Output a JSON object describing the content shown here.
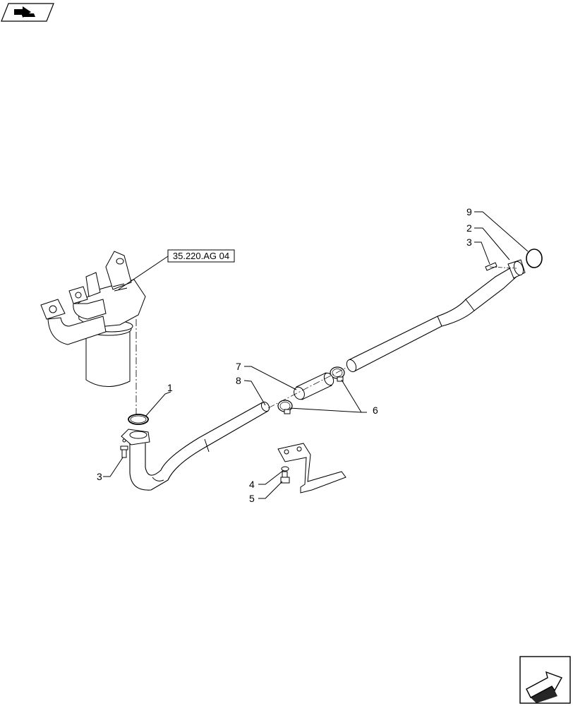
{
  "diagram": {
    "reference_box": "35.220.AG 04",
    "callouts": [
      {
        "id": "c1",
        "label": "1"
      },
      {
        "id": "c3a",
        "label": "3"
      },
      {
        "id": "c8",
        "label": "8"
      },
      {
        "id": "c7",
        "label": "7"
      },
      {
        "id": "c6",
        "label": "6"
      },
      {
        "id": "c4",
        "label": "4"
      },
      {
        "id": "c5",
        "label": "5"
      },
      {
        "id": "c9",
        "label": "9"
      },
      {
        "id": "c2",
        "label": "2"
      },
      {
        "id": "c3b",
        "label": "3"
      }
    ]
  },
  "icons": {
    "top_left": "book-arrow-icon",
    "bottom_right": "next-page-arrow-icon"
  }
}
